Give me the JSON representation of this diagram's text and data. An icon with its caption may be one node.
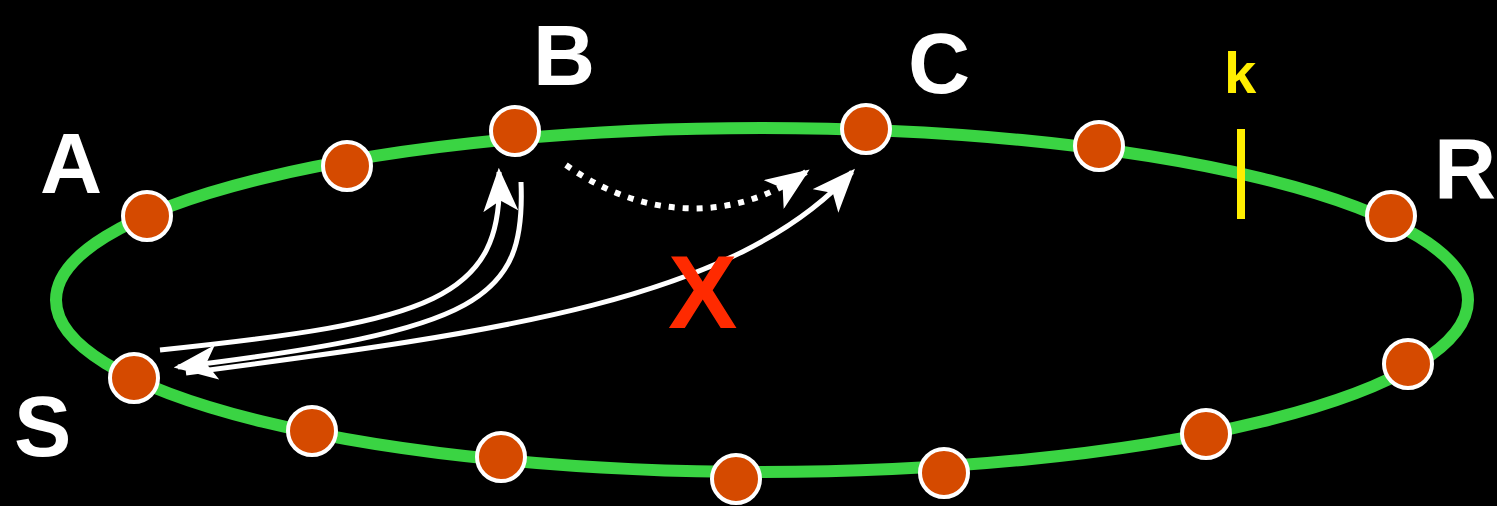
{
  "diagram": {
    "nodes": [
      {
        "text": [],
        "shape": "circle",
        "beside": [
          "A"
        ]
      },
      {
        "text": [],
        "shape": "circle"
      },
      {
        "text": [],
        "shape": "circle",
        "beside": [
          "B"
        ]
      },
      {
        "text": [],
        "shape": "circle",
        "beside": [
          "C"
        ]
      },
      {
        "text": [],
        "shape": "circle"
      },
      {
        "text": [],
        "shape": "circle",
        "beside": [
          "R"
        ]
      },
      {
        "text": [],
        "shape": "circle"
      },
      {
        "text": [],
        "shape": "circle"
      },
      {
        "text": [],
        "shape": "circle"
      },
      {
        "text": [],
        "shape": "circle"
      },
      {
        "text": [],
        "shape": "circle"
      },
      {
        "text": [],
        "shape": "circle"
      },
      {
        "text": [],
        "shape": "circle",
        "beside": [
          "S"
        ]
      }
    ],
    "edges": [
      {
        "from": 12,
        "to": 2,
        "arrow": "to"
      },
      {
        "from": 2,
        "to": 12,
        "arrow": "to"
      },
      {
        "from": 12,
        "to": 3,
        "arrow": "to",
        "label": "X"
      },
      {
        "from": 2,
        "to": 3,
        "arrow": "to",
        "style": "dashed"
      }
    ],
    "labels": [
      "k"
    ]
  }
}
